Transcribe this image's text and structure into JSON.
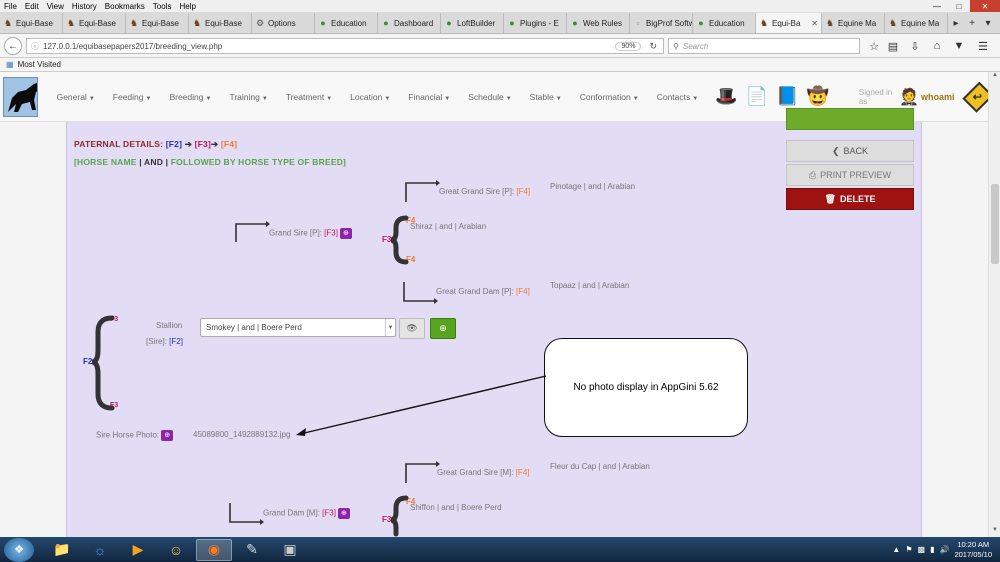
{
  "menubar": [
    "File",
    "Edit",
    "View",
    "History",
    "Bookmarks",
    "Tools",
    "Help"
  ],
  "tabs": [
    {
      "label": "Equi-Base",
      "icon": "horse-icon",
      "active": false
    },
    {
      "label": "Equi-Base",
      "icon": "horse-icon",
      "active": false
    },
    {
      "label": "Equi-Base",
      "icon": "horse-icon",
      "active": false
    },
    {
      "label": "Equi-Base",
      "icon": "horse-icon",
      "active": false
    },
    {
      "label": "Options",
      "icon": "gear-icon",
      "active": false
    },
    {
      "label": "Education",
      "icon": "frog-icon",
      "active": false
    },
    {
      "label": "Dashboard",
      "icon": "frog-icon",
      "active": false
    },
    {
      "label": "LoftBuilder",
      "icon": "frog-icon",
      "active": false
    },
    {
      "label": "Plugins - E",
      "icon": "frog-icon",
      "active": false
    },
    {
      "label": "Web Rules",
      "icon": "frog-icon",
      "active": false
    },
    {
      "label": "BigProf Softw",
      "icon": "page-icon",
      "active": false
    },
    {
      "label": "Education",
      "icon": "frog-icon",
      "active": false
    },
    {
      "label": "Equi-Ba",
      "icon": "horse-icon",
      "active": true
    },
    {
      "label": "Equine Ma",
      "icon": "horse-icon",
      "active": false
    },
    {
      "label": "Equine Ma",
      "icon": "horse-icon",
      "active": false
    }
  ],
  "nav": {
    "url": "127.0.0.1/equibasepapers2017/breeding_view.php",
    "zoom": "90%",
    "search_placeholder": "Search"
  },
  "bookmarks": {
    "most_visited": "Most Visited"
  },
  "app": {
    "menu": [
      "General",
      "Feeding",
      "Breeding",
      "Training",
      "Treatment",
      "Location",
      "Financial",
      "Schedule",
      "Stable",
      "Conformation",
      "Contacts"
    ],
    "signed_in_as": "Signed in as",
    "username": "whoami"
  },
  "buttons": {
    "back": "BACK",
    "print": "PRINT PREVIEW",
    "delete": "DELETE"
  },
  "breeding": {
    "paternal_label": "PATERNAL DETAILS:",
    "f2": "[F2]",
    "f3": "[F3]",
    "f4": "[F4]",
    "legend_name": "[HORSE NAME",
    "legend_and": "| AND |",
    "legend_rest": "FOLLOWED BY HORSE TYPE OF BREED]",
    "ggs_p_label": "Great Grand Sire [P]:",
    "ggs_p_value": "Pinotage | and | Arabian",
    "gs_p_label": "Grand Sire [P]:",
    "gs_p_value": "Shiraz | and | Arabian",
    "ggd_p_label": "Great Grand Dam [P]:",
    "ggd_p_value": "Topaaz | and | Arabian",
    "stallion_label": "Stallion",
    "sire_label": "[Sire]:",
    "sire_value": "Smokey | and | Boere Perd",
    "sire_photo_label": "Sire Horse Photo:",
    "sire_photo_value": "45089800_1492889132.jpg",
    "ggs_m_label": "Great Grand Sire [M]:",
    "ggs_m_value": "Fleur du Cap | and | Arabian",
    "gd_m_label": "Grand Dam [M]:",
    "gd_m_value": "Shiffon | and | Boere Perd",
    "f2_short": "F2",
    "f3_short": "F3",
    "f4_short": "F4"
  },
  "callout": "No photo display in AppGini 5.62",
  "taskbar": {
    "time": "10:20 AM",
    "date": "2017/05/10"
  }
}
